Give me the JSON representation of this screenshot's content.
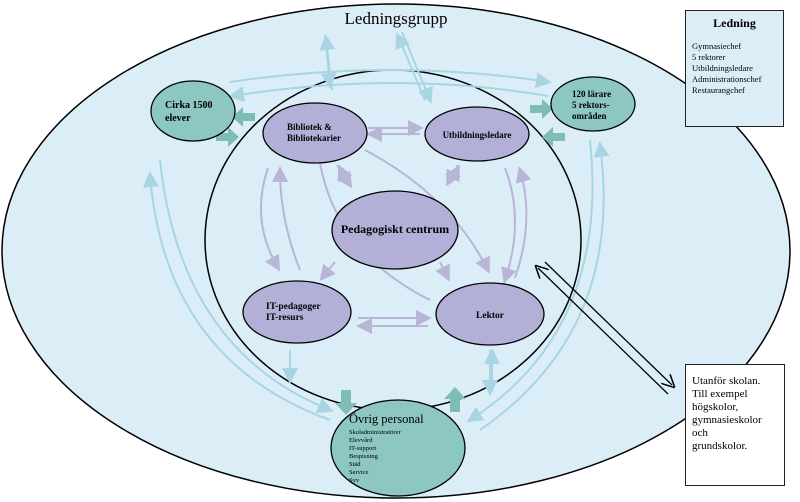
{
  "title": "Ledningsgrupp",
  "ledning_box": {
    "title": "Ledning",
    "items": [
      "Gymnasiechef",
      "5 rektorer",
      "Utbildningsledare",
      "Administrationschef",
      "Restaurangchef"
    ]
  },
  "outside_box": {
    "lines": [
      "Utanför skolan.",
      "Till exempel",
      "högskolor,",
      "gymnasieskolor",
      "och",
      "grundskolor."
    ]
  },
  "nodes": {
    "students": [
      "Cirka 1500",
      "elever"
    ],
    "teachers": [
      "120 lärare",
      "5 rektors-",
      "områden"
    ],
    "library": [
      "Bibliotek &",
      "Bibliotekarier"
    ],
    "education_lead": "Utbildningsledare",
    "center": "Pedagogiskt centrum",
    "it": [
      "IT-pedagoger",
      "IT-resurs"
    ],
    "lektor": "Lektor",
    "staff": {
      "title": "Övrig personal",
      "items": [
        "Skoladministratörer",
        "Elevvård",
        "IT-support",
        "Bespisning",
        "Städ",
        "Service",
        "Syv"
      ]
    }
  },
  "colors": {
    "outer_fill": "#dbeef7",
    "inner_fill": "#dbeef7",
    "purple_node": "#b3b0d8",
    "teal_node": "#8cc7c2",
    "teal_arrow": "#7fbcb6",
    "light_arrow": "#a8d4e4",
    "purple_arrow": "#b8b5d6"
  }
}
